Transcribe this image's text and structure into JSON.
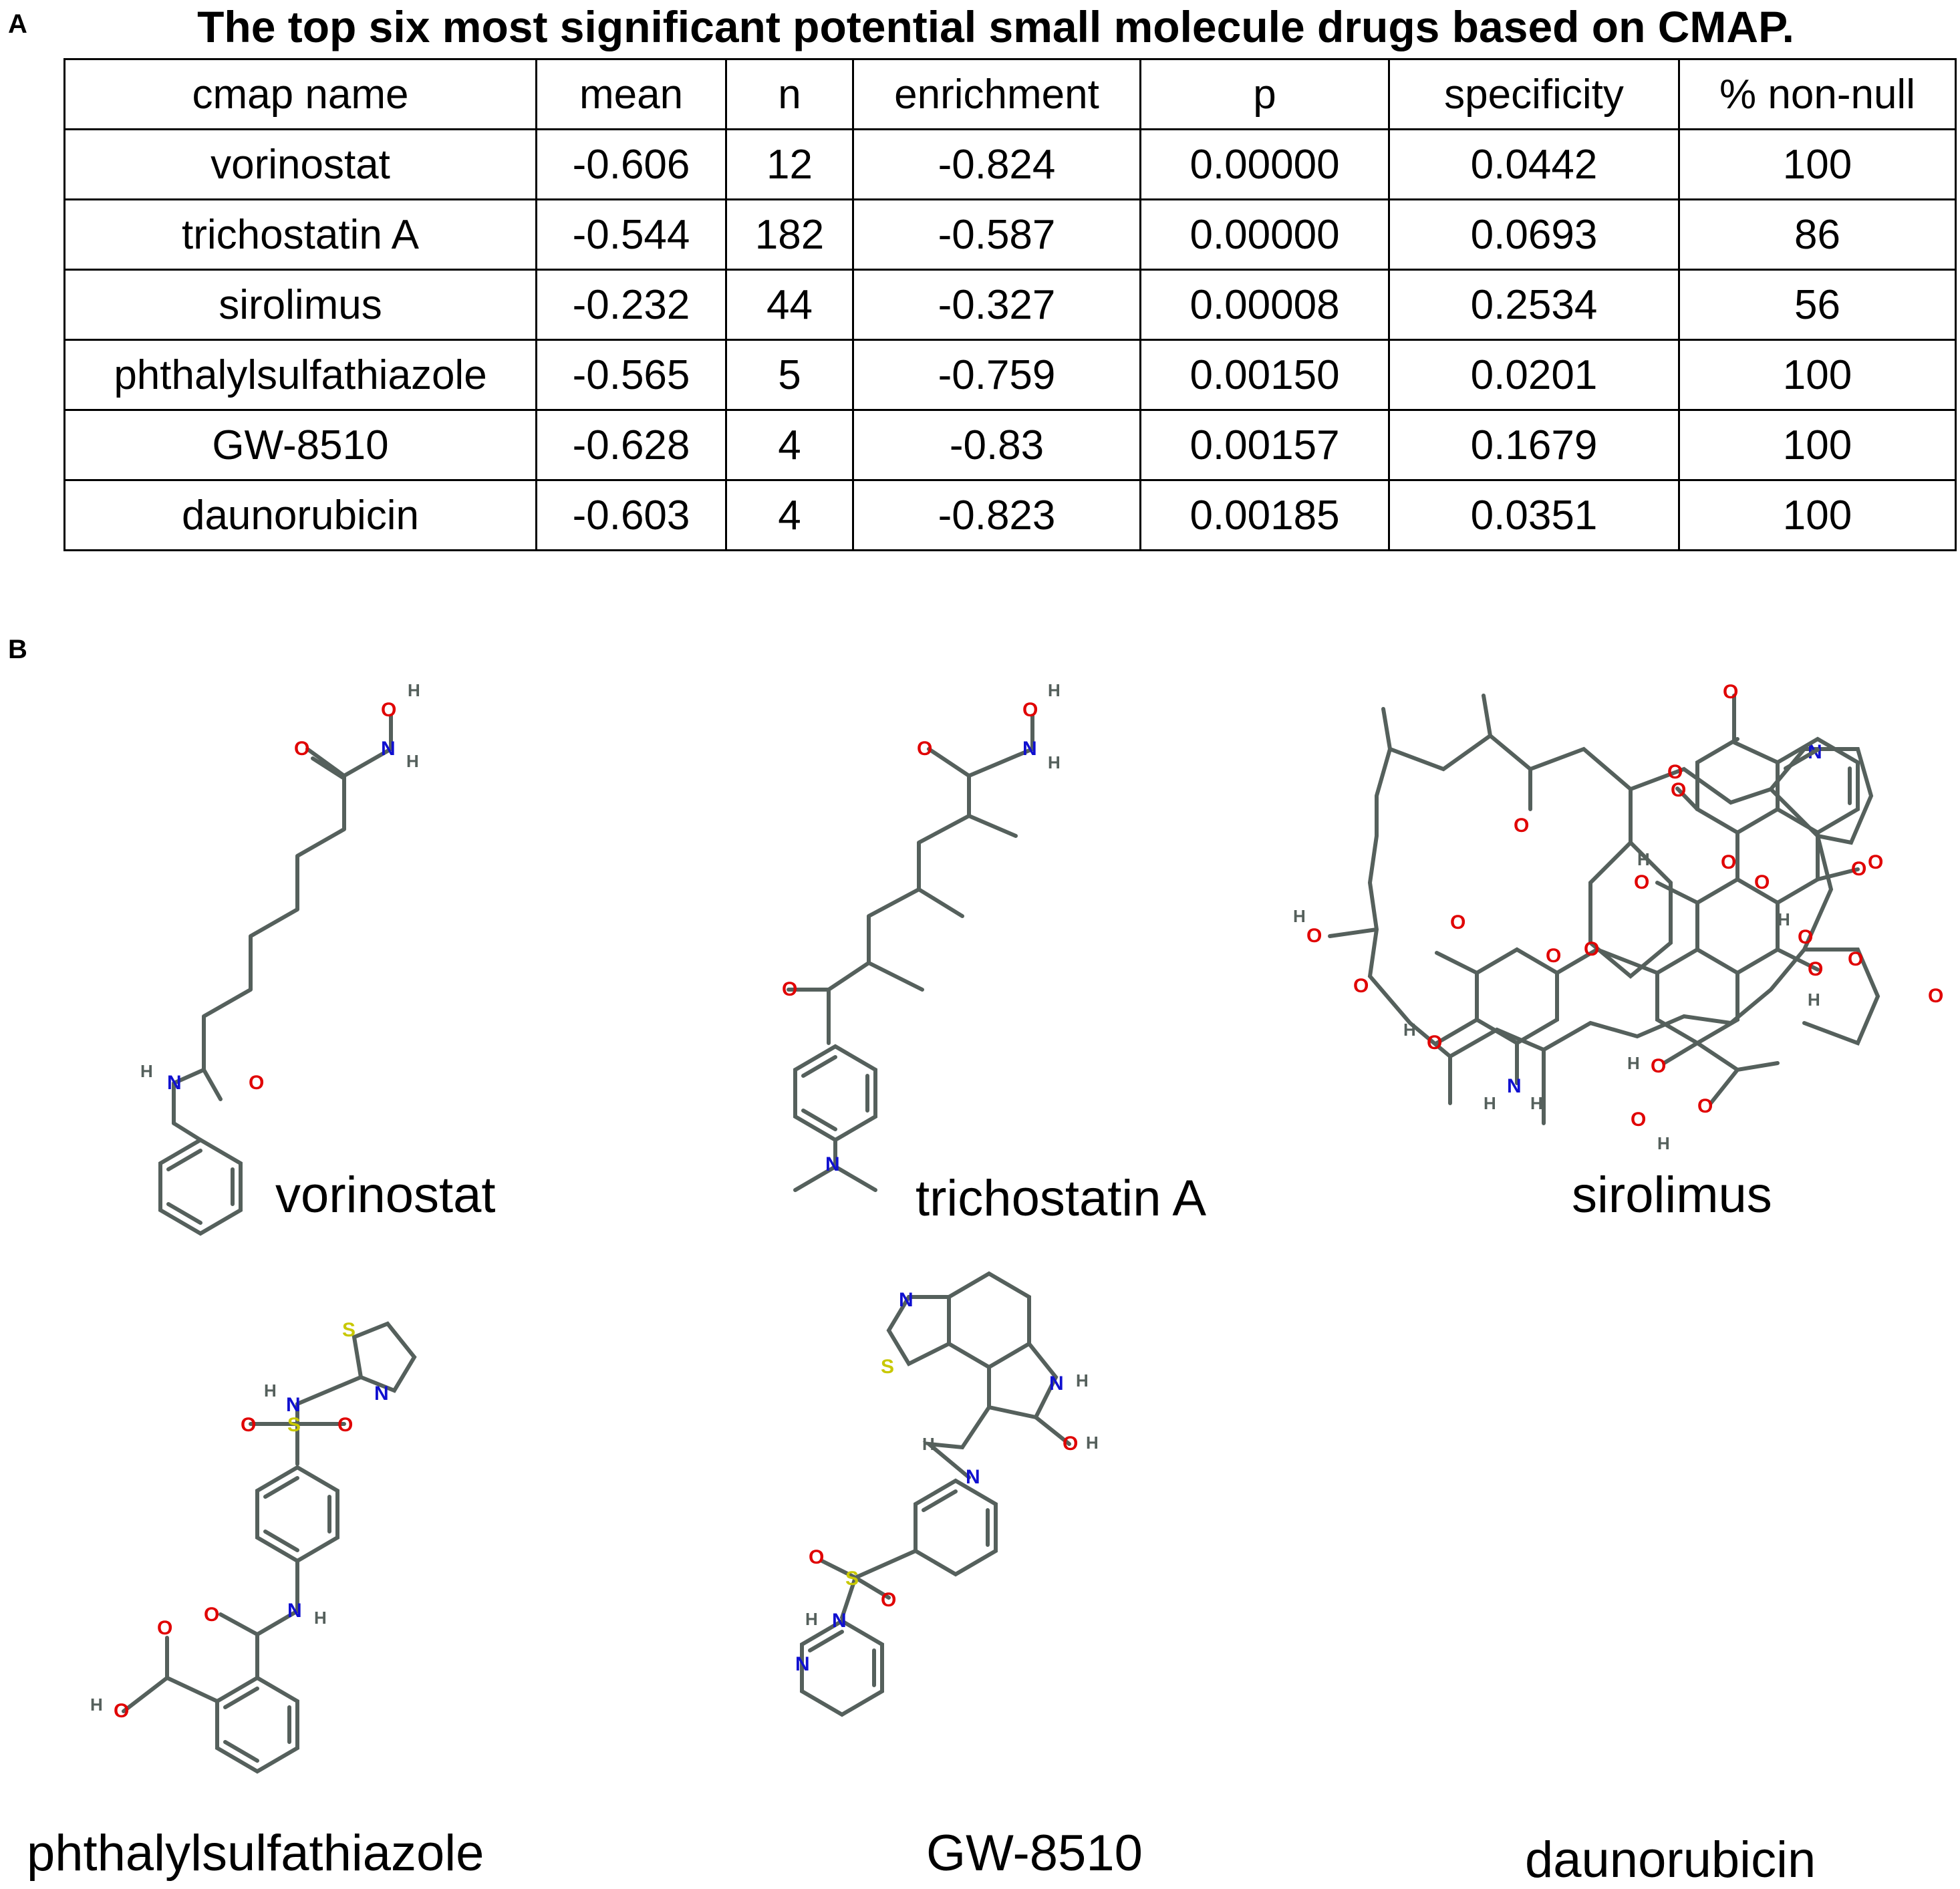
{
  "panel_a": {
    "letter": "A",
    "title": "The top six most significant potential small molecule drugs based on CMAP.",
    "columns": [
      "cmap name",
      "mean",
      "n",
      "enrichment",
      "p",
      "specificity",
      "% non-null"
    ],
    "rows": [
      [
        "vorinostat",
        "-0.606",
        "12",
        "-0.824",
        "0.00000",
        "0.0442",
        "100"
      ],
      [
        "trichostatin A",
        "-0.544",
        "182",
        "-0.587",
        "0.00000",
        "0.0693",
        "86"
      ],
      [
        "sirolimus",
        "-0.232",
        "44",
        "-0.327",
        "0.00008",
        "0.2534",
        "56"
      ],
      [
        "phthalylsulfathiazole",
        "-0.565",
        "5",
        "-0.759",
        "0.00150",
        "0.0201",
        "100"
      ],
      [
        "GW-8510",
        "-0.628",
        "4",
        "-0.83",
        "0.00157",
        "0.1679",
        "100"
      ],
      [
        "daunorubicin",
        "-0.603",
        "4",
        "-0.823",
        "0.00185",
        "0.0351",
        "100"
      ]
    ]
  },
  "panel_b": {
    "letter": "B",
    "structures": [
      {
        "name": "vorinostat",
        "icon": "molecule-structure"
      },
      {
        "name": "trichostatin A",
        "icon": "molecule-structure"
      },
      {
        "name": "sirolimus",
        "icon": "molecule-structure"
      },
      {
        "name": "phthalylsulfathiazole",
        "icon": "molecule-structure"
      },
      {
        "name": "GW-8510",
        "icon": "molecule-structure"
      },
      {
        "name": "daunorubicin",
        "icon": "molecule-structure"
      }
    ],
    "atom_colors": {
      "carbon": "#55605c",
      "oxygen": "#e00000",
      "nitrogen": "#1010d0",
      "sulfur": "#c8c800"
    }
  }
}
